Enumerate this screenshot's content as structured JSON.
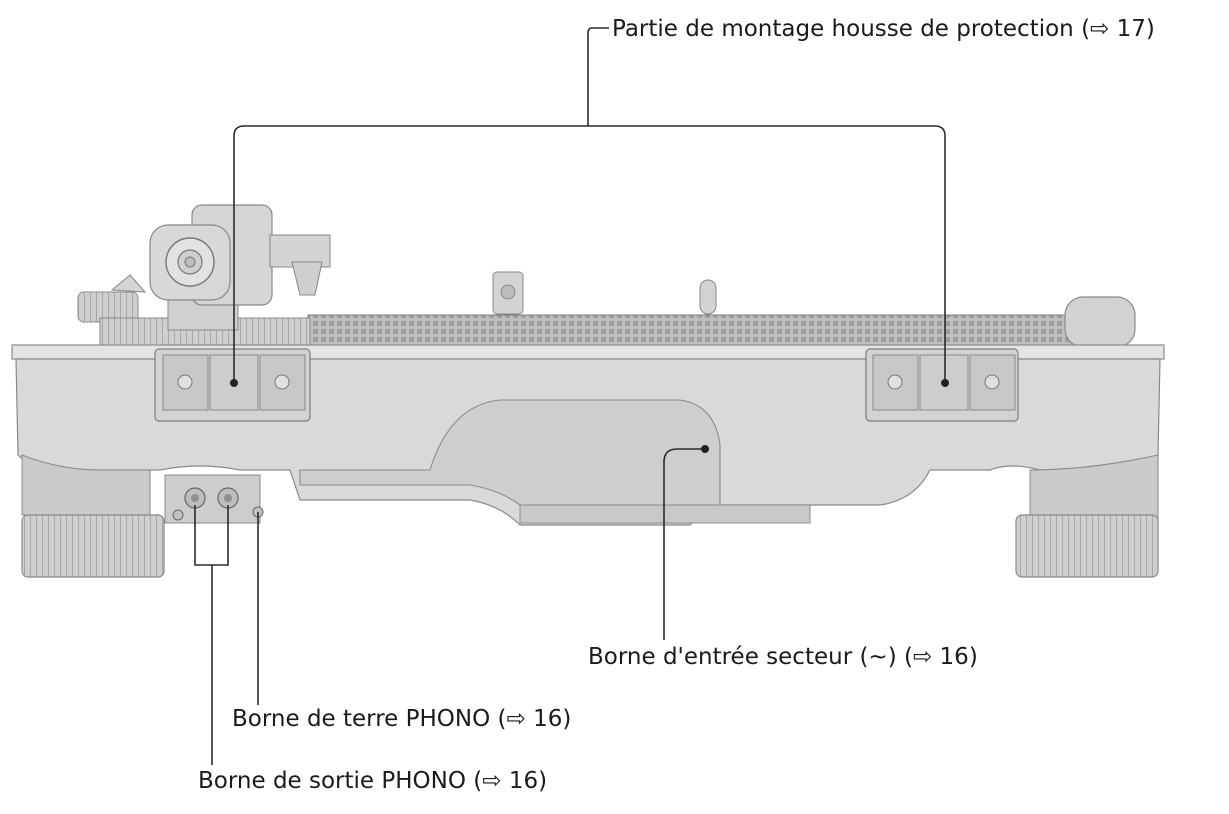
{
  "labels": {
    "cover_mount": "Partie de montage housse de protection (⇨ 17)",
    "ac_inlet": "Borne d'entrée secteur (∼) (⇨ 16)",
    "phono_earth": "Borne de terre PHONO (⇨ 16)",
    "phono_out": "Borne de sortie PHONO (⇨ 16)"
  },
  "colors": {
    "body": "#d9d9d9",
    "body_dark": "#c6c6c6",
    "outline": "#8a8a8a",
    "leader": "#2b2b2b"
  }
}
